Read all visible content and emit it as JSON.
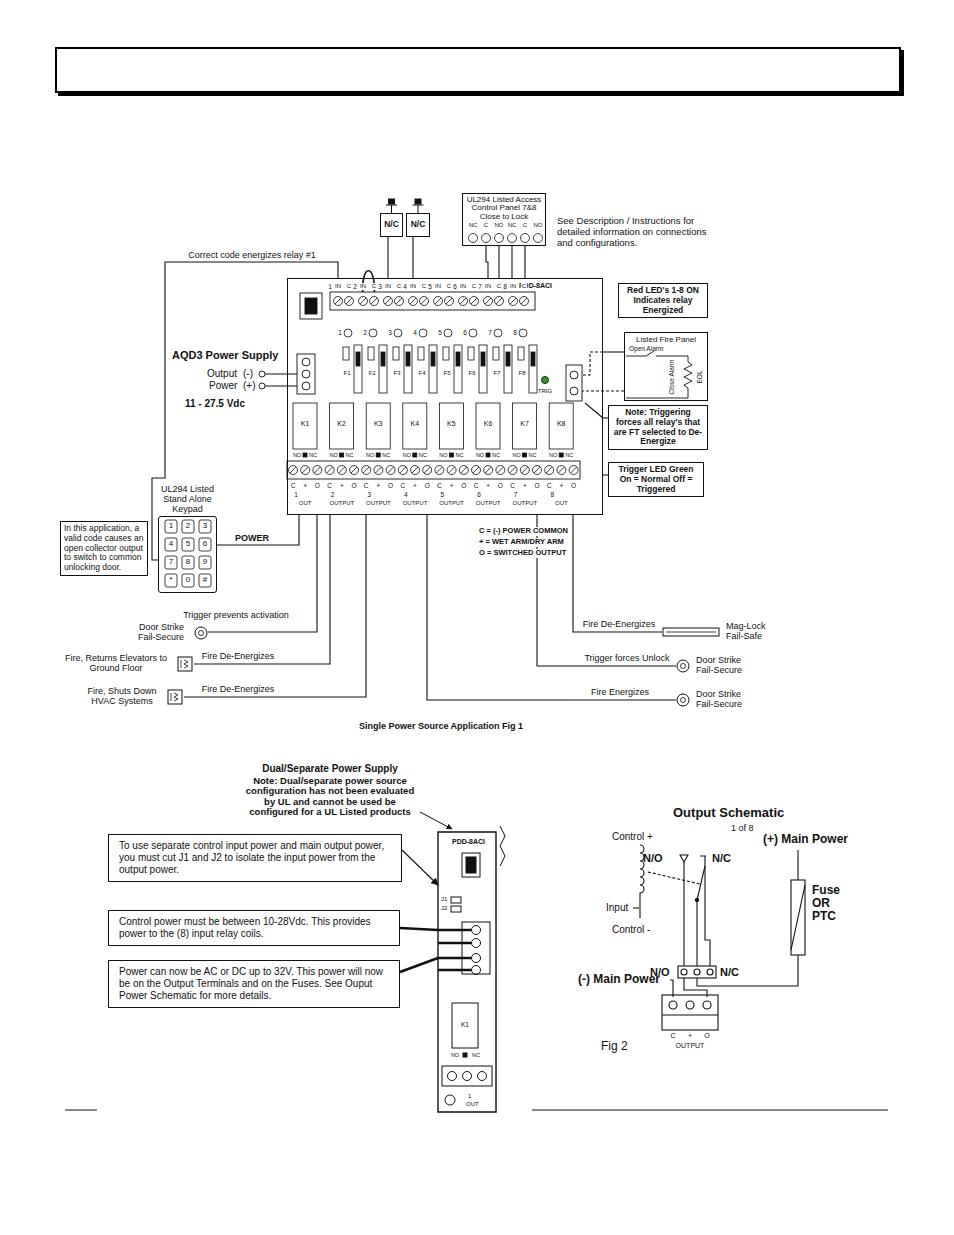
{
  "diagram": {
    "caption": "Single Power Source Application Fig 1",
    "nodes": [
      {
        "text": [
          "UL294 Listed Access Control Panel 7&8 Close to Lock"
        ]
      },
      {
        "text": [
          "N/C"
        ]
      },
      {
        "text": [
          "N/C"
        ]
      },
      {
        "text": [
          "Red LED's 1-8 ON Indicates relay Energized"
        ]
      },
      {
        "text": [
          "PDD-8ACI"
        ]
      },
      {
        "text": [
          "Listed Fire Panel"
        ]
      },
      {
        "text": [
          "Note: Triggering forces all relay's that are FT selected to De-Energize"
        ]
      },
      {
        "text": [
          "Trigger LED Green On = Normal Off = Triggered"
        ]
      },
      {
        "text": [
          "UL294 Listed Stand Alone Keypad"
        ]
      },
      {
        "text": [
          "In this application, a valid code causes an open collector output to switch to common unlocking door."
        ]
      },
      {
        "text": [
          "Door Strike Fail-Secure"
        ]
      },
      {
        "text": [
          "Mag-Lock Fail-Safe"
        ]
      },
      {
        "text": [
          "Fire, Returns Elevators to Ground Floor"
        ]
      },
      {
        "text": [
          "Door Strike Fail-Secure"
        ]
      },
      {
        "text": [
          "Fire, Shuts Down HVAC Systems"
        ]
      },
      {
        "text": [
          "Door Strike Fail-Secure"
        ]
      },
      {
        "text": [
          "To use separate control input power and main output power, you must cut J1 and J2 to isolate the input power from the output power."
        ]
      },
      {
        "text": [
          "PDD-8ACI"
        ]
      },
      {
        "text": [
          "Control power must be between 10-28Vdc. This provides power to the (8) input relay coils."
        ]
      },
      {
        "text": [
          "Power can now be AC or DC up to 32V. This power will now be on the Output Terminals and on the Fuses. See Ouput Power Schematic for more details."
        ]
      }
    ],
    "edges": [
      {
        "from": 8,
        "to": 4,
        "label": "Correct code energizes relay #1",
        "arrow": "none"
      },
      {
        "from": 8,
        "to": 4,
        "label": "POWER",
        "arrow": "none"
      },
      {
        "from": 4,
        "to": 10,
        "label": "Trigger prevents activation",
        "arrow": "none"
      },
      {
        "from": 4,
        "to": 12,
        "label": "Fire De-Energizes",
        "arrow": "none"
      },
      {
        "from": 4,
        "to": 14,
        "label": "Fire De-Energizes",
        "arrow": "none"
      },
      {
        "from": 4,
        "to": 11,
        "label": "Fire De-Energizes",
        "arrow": "none"
      },
      {
        "from": 4,
        "to": 13,
        "label": "Trigger forces Unlock",
        "arrow": "none"
      },
      {
        "from": 4,
        "to": 15,
        "label": "Fire Energizes",
        "arrow": "none"
      },
      {
        "from": 0,
        "to": 4,
        "arrow": "none"
      },
      {
        "from": 1,
        "to": 4,
        "arrow": "none"
      },
      {
        "from": 2,
        "to": 4,
        "arrow": "none"
      },
      {
        "from": 5,
        "to": 4,
        "arrow": "none"
      },
      {
        "from": 6,
        "to": 4,
        "arrow": "none"
      },
      {
        "from": 7,
        "to": 4,
        "arrow": "none"
      },
      {
        "from": 16,
        "to": 17,
        "arrow": "to"
      },
      {
        "from": 18,
        "to": 17,
        "arrow": "none"
      },
      {
        "from": 19,
        "to": 17,
        "arrow": "none"
      }
    ],
    "labels": [
      "See Description / Instructions for detailed information on connections and configurations.",
      "NC",
      "C",
      "NO",
      "NC",
      "C",
      "NO",
      "Open Alarm",
      "Close Alarm",
      "EOL",
      "AQD3 Power Supply",
      "Output",
      "(-)",
      "Power",
      "(+)",
      "11 - 27.5 Vdc",
      "1",
      "2",
      "3",
      "4",
      "5",
      "6",
      "7",
      "8",
      "9",
      "*",
      "0",
      "#",
      "1",
      "2",
      "3",
      "4",
      "5",
      "6",
      "7",
      "8",
      "IN",
      "C",
      "IN",
      "C",
      "IN",
      "C",
      "IN",
      "C",
      "IN",
      "C",
      "IN",
      "C",
      "IN",
      "C",
      "IN",
      "C",
      "1",
      "2",
      "3",
      "4",
      "5",
      "6",
      "7",
      "8",
      "F1",
      "F2",
      "F3",
      "F4",
      "F5",
      "F6",
      "F7",
      "F8",
      "K1",
      "K2",
      "K3",
      "K4",
      "K5",
      "K6",
      "K7",
      "K8",
      "NO",
      "NC",
      "NO",
      "NC",
      "NO",
      "NC",
      "NO",
      "NC",
      "NO",
      "NC",
      "NO",
      "NC",
      "NO",
      "NC",
      "NO",
      "NC",
      "C",
      "+",
      "O",
      "C",
      "+",
      "O",
      "C",
      "+",
      "O",
      "C",
      "+",
      "O",
      "C",
      "+",
      "O",
      "C",
      "+",
      "O",
      "C",
      "+",
      "O",
      "C",
      "+",
      "O",
      "1",
      "OUT",
      "2",
      "OUTPUT",
      "3",
      "OUTPUT",
      "4",
      "OUTPUT",
      "5",
      "OUTPUT",
      "6",
      "OUTPUT",
      "7",
      "OUTPUT",
      "8",
      "OUT",
      "TRIG",
      "C = (-) POWER COMMON",
      "+ = WET ARM/DRY ARM",
      "O = SWITCHED OUTPUT",
      "Dual/Separate Power Supply",
      "Note: Dual/separate power source configuration has not been evaluated by UL and cannot be used be configured for a UL Listed products",
      "J1",
      "J2",
      "K1",
      "NO",
      "NC",
      "1",
      "OUT",
      "Output Schematic",
      "1 of 8",
      "Control +",
      "Input",
      "Control -",
      "(+) Main Power",
      "N/O",
      "N/C",
      "Fuse OR PTC",
      "N/O",
      "N/C",
      "(-) Main Power",
      "C",
      "+",
      "O",
      "OUTPUT",
      "Fig 2"
    ]
  }
}
